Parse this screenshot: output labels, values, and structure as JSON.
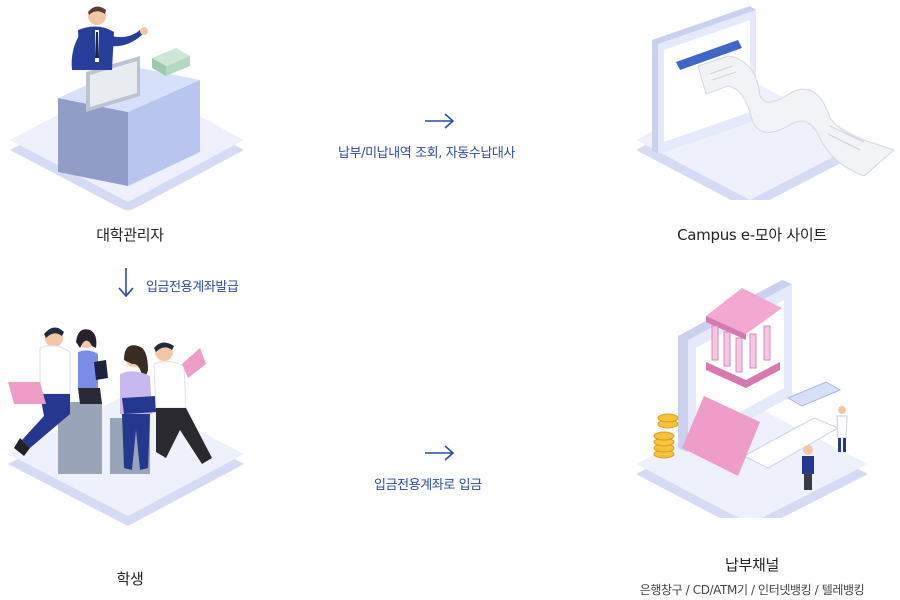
{
  "nodes": {
    "admin": {
      "label": "대학관리자"
    },
    "campus": {
      "label": "Campus e-모아 사이트"
    },
    "student": {
      "label": "학생"
    },
    "channel": {
      "label": "납부채널",
      "sub": "은행창구 / CD/ATM기 / 인터넷뱅킹 / 텔레뱅킹"
    }
  },
  "flows": {
    "admin_to_campus": "납부/미납내역 조회, 자동수납대사",
    "admin_to_student": "입금전용계좌발급",
    "student_to_channel": "입금전용계좌로 입금"
  },
  "colors": {
    "accent": "#2a4ba0",
    "platform": "#e4e8fb",
    "pink": "#ee9cc8"
  }
}
